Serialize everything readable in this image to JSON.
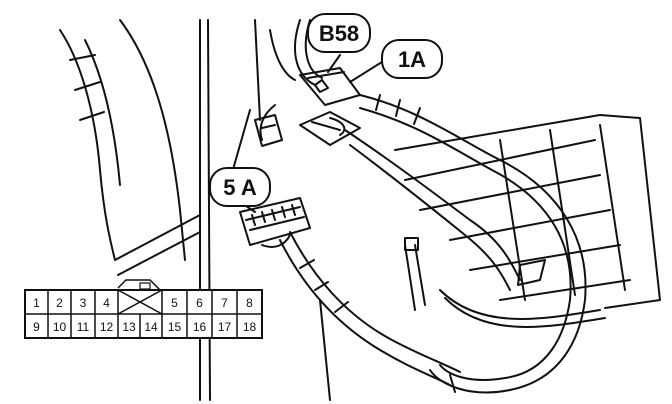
{
  "callouts": {
    "connector_b58": "B58",
    "connector_1a": "1A",
    "connector_5a": "5 A"
  },
  "pin_table": {
    "top_row": [
      "1",
      "2",
      "3",
      "4",
      "",
      "5",
      "6",
      "7",
      "8"
    ],
    "bottom_row": [
      "9",
      "10",
      "11",
      "12",
      "13",
      "14",
      "15",
      "16",
      "17",
      "18"
    ],
    "blank_cell_marked": "X"
  },
  "colors": {
    "line": "#111111",
    "background": "#ffffff"
  }
}
